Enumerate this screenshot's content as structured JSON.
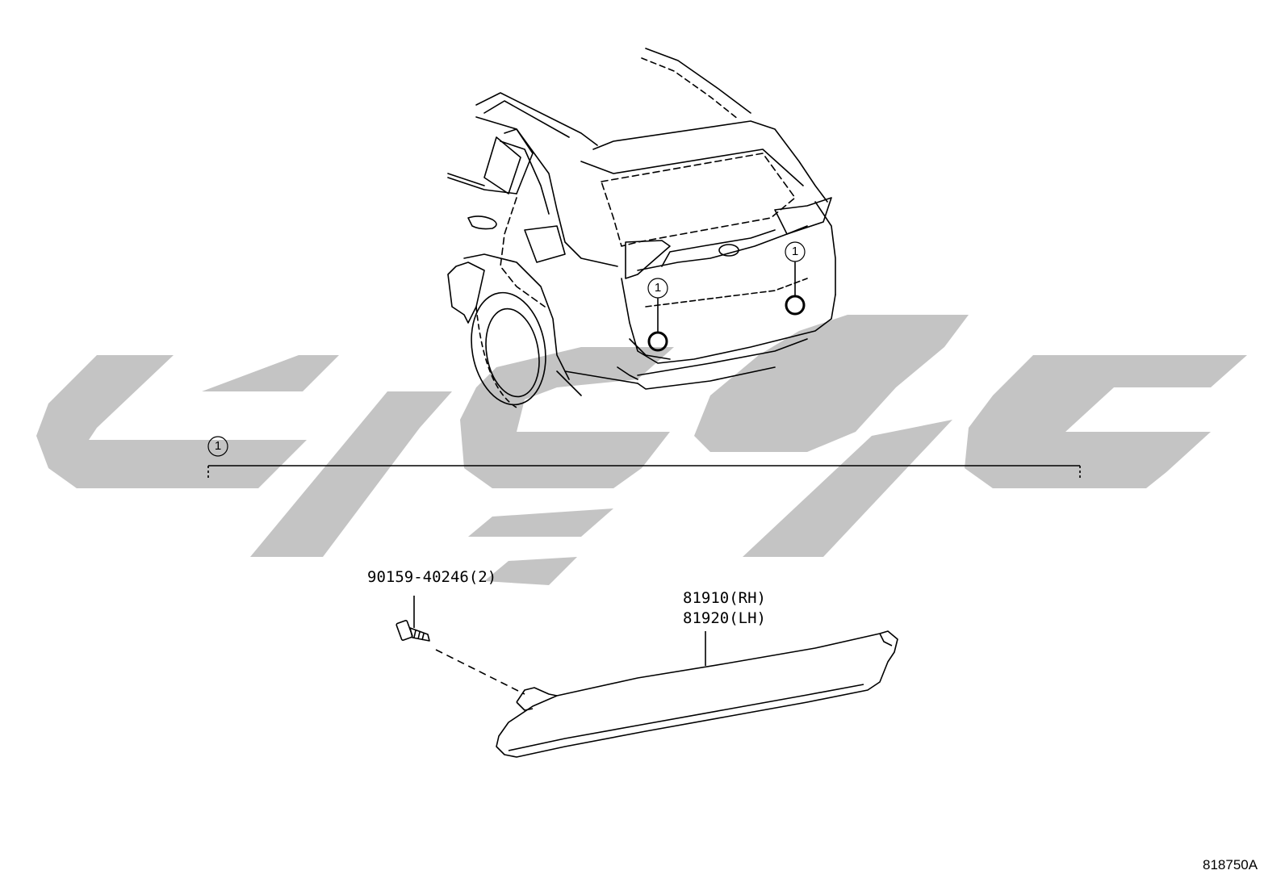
{
  "callouts": {
    "ref_index": "1",
    "screw_part": "90159-40246(2)",
    "reflector_rh": "81910(RH)",
    "reflector_lh": "81920(LH)"
  },
  "diagram_code": "818750A",
  "colors": {
    "line": "#000000",
    "watermark": "#c4c4c4",
    "background": "#ffffff"
  },
  "icons": {
    "watermark": "logo-watermark",
    "vehicle": "vehicle-rear-outline",
    "screw": "bolt-icon",
    "reflector": "rear-reflector-part"
  }
}
